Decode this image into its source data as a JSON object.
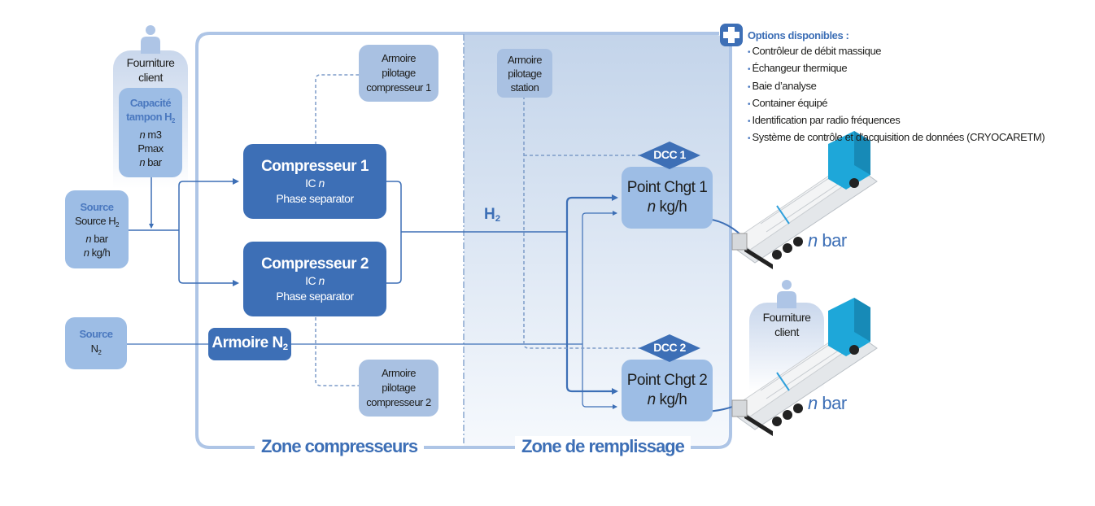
{
  "zones": {
    "compressors_label": "Zone compresseurs",
    "filling_label": "Zone de remplissage"
  },
  "client_top": {
    "person_icon": "person-icon",
    "label_line1": "Fourniture",
    "label_line2": "client"
  },
  "buffer": {
    "title_line1": "Capacité",
    "title_line2": "tampon H",
    "title_sub": "2",
    "volume_var": "n",
    "volume_unit": " m3",
    "pmax_label": "Pmax",
    "pressure_var": "n",
    "pressure_unit": " bar"
  },
  "source_h2": {
    "title": "Source",
    "line1": "Source H",
    "line1_sub": "2",
    "pressure_var": "n",
    "pressure_unit": " bar",
    "flow_var": "n",
    "flow_unit": " kg/h"
  },
  "source_n2": {
    "title": "Source",
    "line1": "N",
    "line1_sub": "2"
  },
  "compressor1": {
    "title": "Compresseur 1",
    "ic_label": "IC ",
    "ic_var": "n",
    "phase": "Phase separator"
  },
  "compressor2": {
    "title": "Compresseur 2",
    "ic_label": "IC ",
    "ic_var": "n",
    "phase": "Phase separator"
  },
  "cabinet_comp1": {
    "line1": "Armoire",
    "line2": "pilotage",
    "line3": "compresseur 1"
  },
  "cabinet_comp2": {
    "line1": "Armoire",
    "line2": "pilotage",
    "line3": "compresseur 2"
  },
  "cabinet_station": {
    "line1": "Armoire",
    "line2": "pilotage",
    "line3": "station"
  },
  "cabinet_n2": {
    "label": "Armoire N",
    "sub": "2"
  },
  "h2_line_label": {
    "text": "H",
    "sub": "2"
  },
  "dcc1": "DCC 1",
  "dcc2": "DCC 2",
  "point1": {
    "title": "Point Chgt 1",
    "flow_var": "n",
    "flow_unit": " kg/h"
  },
  "point2": {
    "title": "Point Chgt 2",
    "flow_var": "n",
    "flow_unit": " kg/h"
  },
  "truck1": {
    "pressure_var": "n",
    "pressure_unit": " bar"
  },
  "truck2": {
    "pressure_var": "n",
    "pressure_unit": " bar"
  },
  "client_bottom": {
    "person_icon": "person-icon",
    "label_line1": "Fourniture",
    "label_line2": "client"
  },
  "options": {
    "icon": "plus-icon",
    "title": "Options disponibles :",
    "items": [
      "Contrôleur de débit massique",
      "Échangeur thermique",
      "Baie d’analyse",
      "Container équipé",
      "Identification par radio fréquences",
      "Système de contrôle et d'acquisition de données (CRYOCARETM)"
    ]
  },
  "colors": {
    "dark_blue": "#3d6fb6",
    "light_blue": "#9dbde5",
    "pale_blue": "#a9c1e2",
    "zone_border": "#aec5e6",
    "truck_cab": "#1ea7d9"
  }
}
